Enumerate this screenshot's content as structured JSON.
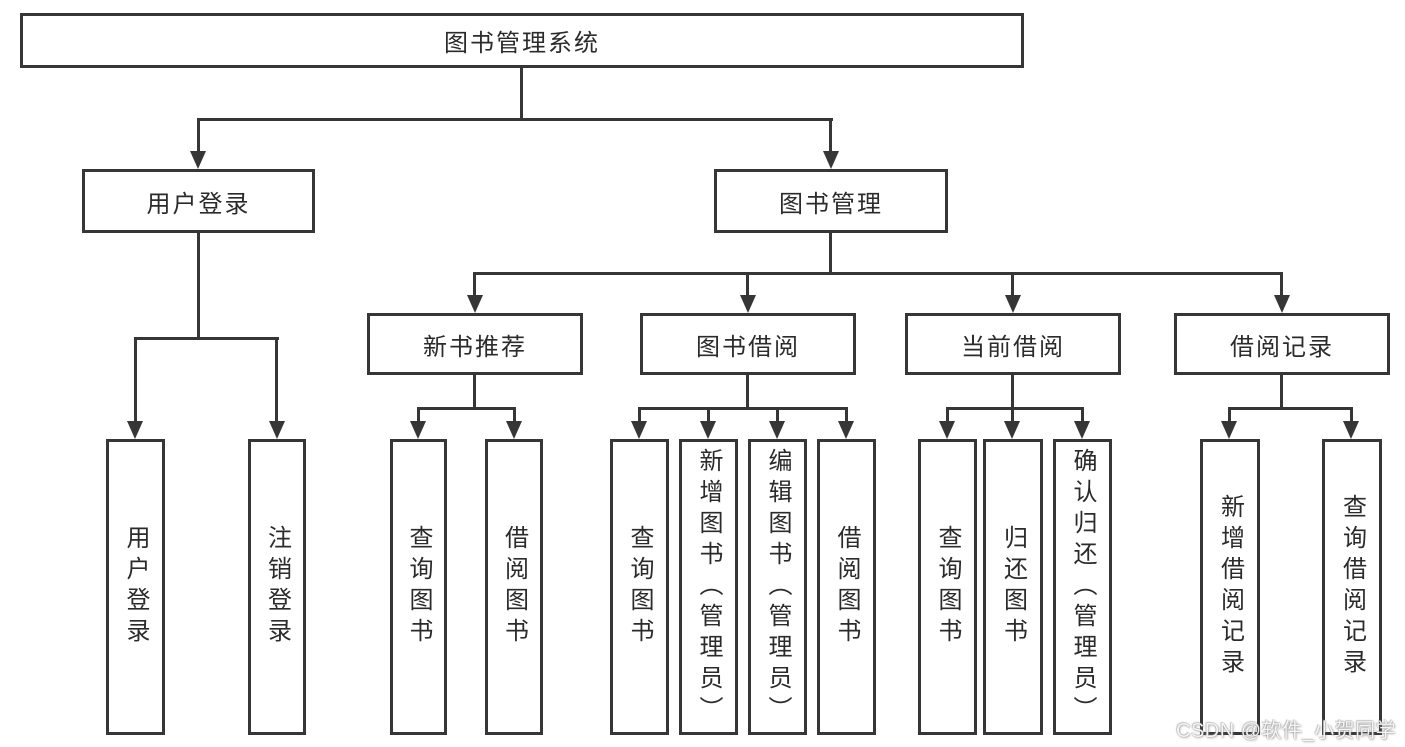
{
  "diagram": {
    "root": {
      "label": "图书管理系统"
    },
    "branches": [
      {
        "label": "用户登录",
        "children": [
          {
            "label": "用户登录"
          },
          {
            "label": "注销登录"
          }
        ]
      },
      {
        "label": "图书管理",
        "children": [
          {
            "label": "新书推荐",
            "children": [
              {
                "label": "查询图书"
              },
              {
                "label": "借阅图书"
              }
            ]
          },
          {
            "label": "图书借阅",
            "children": [
              {
                "label": "查询图书"
              },
              {
                "label": "新增图书（管理员）"
              },
              {
                "label": "编辑图书（管理员）"
              },
              {
                "label": "借阅图书"
              }
            ]
          },
          {
            "label": "当前借阅",
            "children": [
              {
                "label": "查询图书"
              },
              {
                "label": "归还图书"
              },
              {
                "label": "确认归还（管理员）"
              }
            ]
          },
          {
            "label": "借阅记录",
            "children": [
              {
                "label": "新增借阅记录"
              },
              {
                "label": "查询借阅记录"
              }
            ]
          }
        ]
      }
    ]
  },
  "watermark": {
    "text": "CSDN @软件_小贺同学"
  },
  "colors": {
    "line": "#363636",
    "text": "#2b2b2b",
    "background": "#ffffff"
  }
}
